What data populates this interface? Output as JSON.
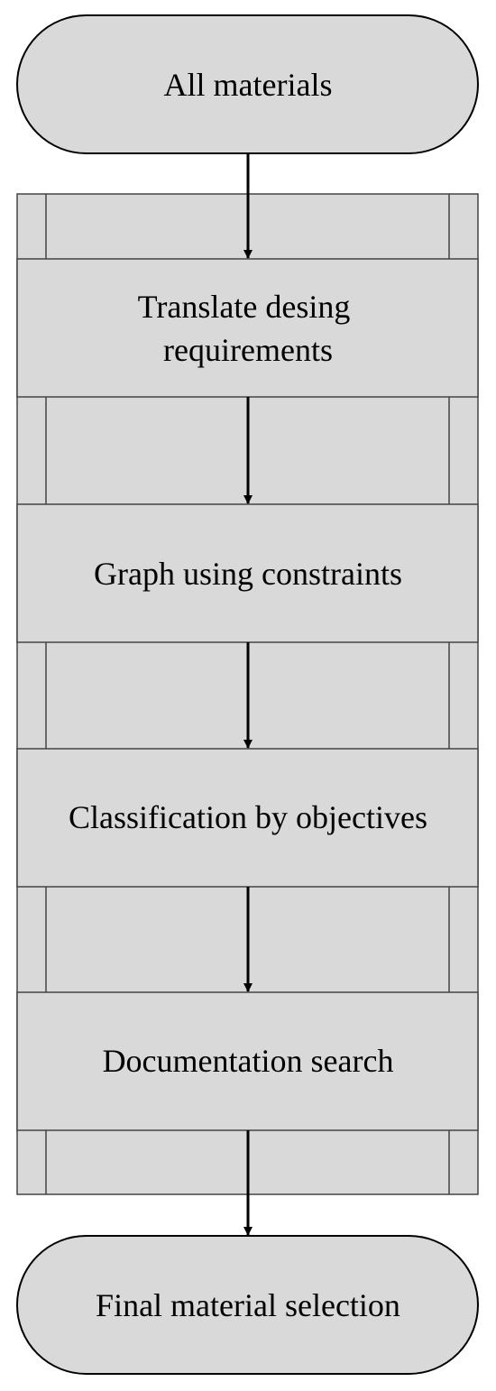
{
  "colors": {
    "fill": "#d9d9d9",
    "stroke": "#000000",
    "panel_stroke": "#444444",
    "text": "#000000"
  },
  "nodes": [
    {
      "id": "start",
      "shape": "terminal",
      "lines": [
        "All materials"
      ]
    },
    {
      "id": "step1",
      "shape": "process",
      "lines": [
        "Translate desing",
        "requirements"
      ]
    },
    {
      "id": "step2",
      "shape": "process",
      "lines": [
        "Graph using constraints"
      ]
    },
    {
      "id": "step3",
      "shape": "process",
      "lines": [
        "Classification by objectives"
      ]
    },
    {
      "id": "step4",
      "shape": "process",
      "lines": [
        "Documentation search"
      ]
    },
    {
      "id": "end",
      "shape": "terminal",
      "lines": [
        "Final material selection"
      ]
    }
  ],
  "edges": [
    {
      "from": "start",
      "to": "step1"
    },
    {
      "from": "step1",
      "to": "step2"
    },
    {
      "from": "step2",
      "to": "step3"
    },
    {
      "from": "step3",
      "to": "step4"
    },
    {
      "from": "step4",
      "to": "end"
    }
  ]
}
